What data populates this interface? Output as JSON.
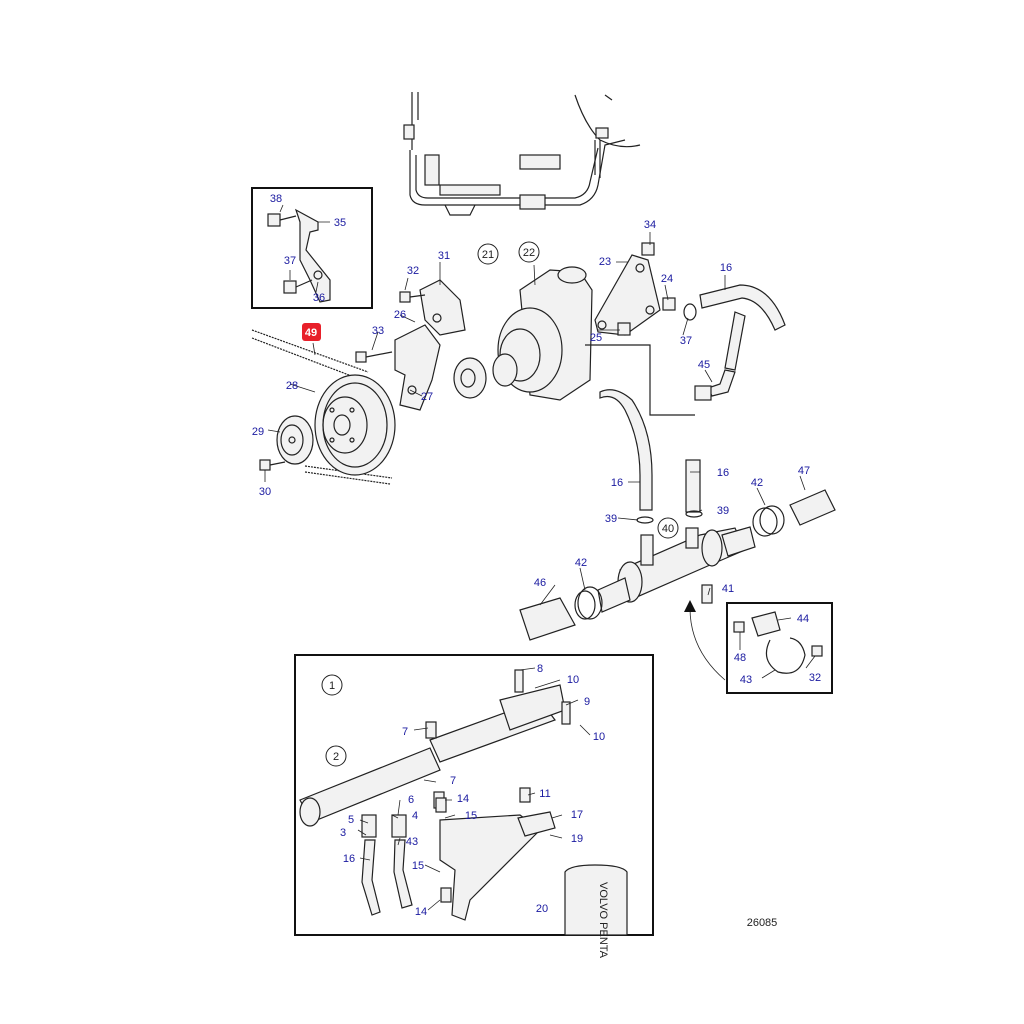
{
  "diagram": {
    "reference_number": "26085",
    "highlight_color": "#e8202a",
    "label_color": "#1a1aa0",
    "highlighted_label": "49",
    "circled_labels": [
      "21",
      "22",
      "40",
      "1",
      "2"
    ],
    "can_brand": "VOLVO PENTA",
    "labels": {
      "l38": "38",
      "l35": "35",
      "l37": "37",
      "l36": "36",
      "l49": "49",
      "l33": "33",
      "l32a": "32",
      "l31": "31",
      "l26": "26",
      "l27": "27",
      "l28": "28",
      "l29": "29",
      "l30": "30",
      "l21": "21",
      "l22": "22",
      "l34": "34",
      "l23": "23",
      "l24": "24",
      "l25": "25",
      "l37b": "37",
      "l16a": "16",
      "l45": "45",
      "l16b": "16",
      "l16c": "16",
      "l39a": "39",
      "l39b": "39",
      "l40": "40",
      "l42a": "42",
      "l47": "47",
      "l42b": "42",
      "l46": "46",
      "l41": "41",
      "l44": "44",
      "l48": "48",
      "l43a": "43",
      "l32b": "32",
      "l1": "1",
      "l8": "8",
      "l10a": "10",
      "l9": "9",
      "l10b": "10",
      "l7a": "7",
      "l2": "2",
      "l7b": "7",
      "l5": "5",
      "l6": "6",
      "l4": "4",
      "l3": "3",
      "l14a": "14",
      "l15a": "15",
      "l11": "11",
      "l17": "17",
      "l19": "19",
      "l16d": "16",
      "l43b": "43",
      "l15b": "15",
      "l14b": "14",
      "l20": "20"
    }
  }
}
